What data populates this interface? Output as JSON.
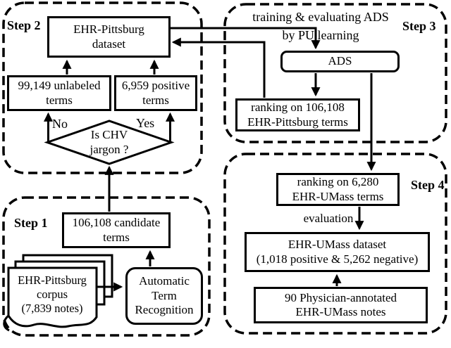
{
  "figure": {
    "colors": {
      "ink": "#000000",
      "background": "#ffffff"
    }
  },
  "step1": {
    "label": "Step 1",
    "candidate_box_lines": [
      "106,108 candidate",
      "terms"
    ],
    "corpus_lines": [
      "EHR-Pittsburg",
      "corpus",
      "(7,839 notes)"
    ],
    "atr_box_lines": [
      "Automatic",
      "Term",
      "Recognition"
    ]
  },
  "step2": {
    "label": "Step 2",
    "dataset_box_lines": [
      "EHR-Pittsburg",
      "dataset"
    ],
    "unlabeled_box_lines": [
      "99,149 unlabeled",
      "terms"
    ],
    "positive_box_lines": [
      "6,959 positive",
      "terms"
    ],
    "decision_lines": [
      "Is CHV",
      "jargon ?"
    ],
    "no_label": "No",
    "yes_label": "Yes"
  },
  "step3": {
    "label": "Step 3",
    "caption_lines": [
      "training & evaluating ADS",
      "by PU learning"
    ],
    "ads_box_lines": [
      "ADS"
    ],
    "ranking_box_lines": [
      "ranking on 106,108",
      "EHR-Pittsburg terms"
    ]
  },
  "step4": {
    "label": "Step 4",
    "ranking_box_lines": [
      "ranking on 6,280",
      "EHR-UMass terms"
    ],
    "evaluation_label": "evaluation",
    "dataset_box_lines": [
      "EHR-UMass dataset",
      "(1,018 positive & 5,262 negative)"
    ],
    "notes_box_lines": [
      "90 Physician-annotated",
      "EHR-UMass notes"
    ]
  }
}
